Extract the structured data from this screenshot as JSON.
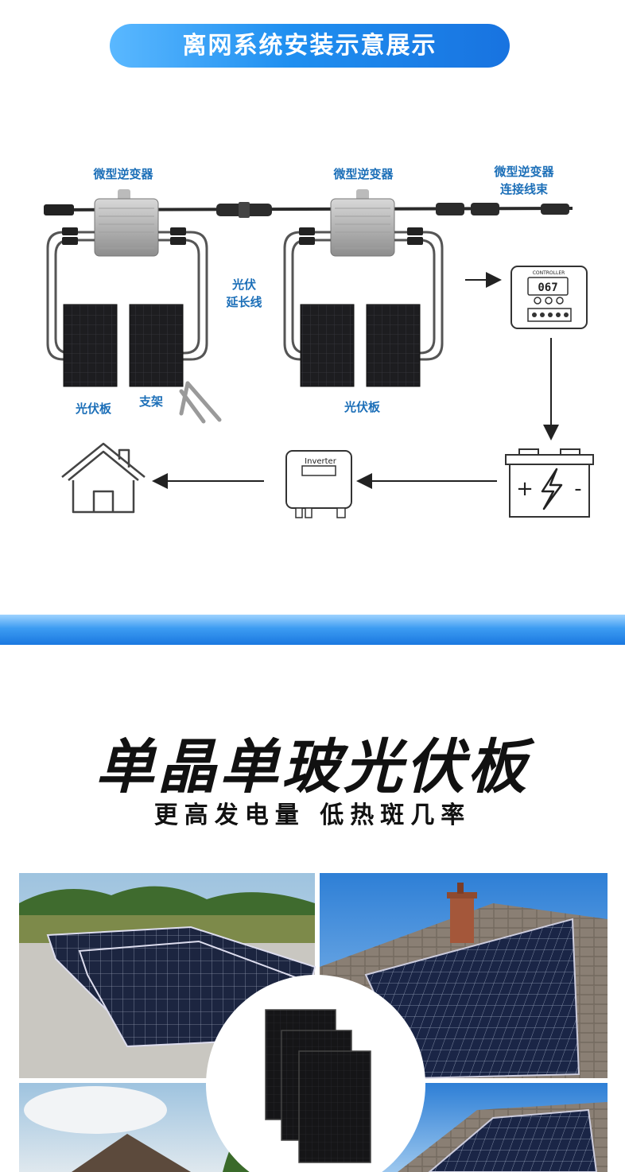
{
  "header": {
    "title": "离网系统安装示意展示"
  },
  "diagram": {
    "microinverter_left": "微型逆变器",
    "microinverter_right": "微型逆变器",
    "harness_line1": "微型逆变器",
    "harness_line2": "连接线束",
    "extension_line1": "光伏",
    "extension_line2": "延长线",
    "panel_left": "光伏板",
    "bracket": "支架",
    "panel_right": "光伏板",
    "controller_text": "CONTROLLER",
    "controller_display": "067",
    "inverter_text": "Inverter",
    "battery_plus": "+",
    "battery_minus": "-"
  },
  "product": {
    "title": "单晶单玻光伏板",
    "subtitle": "更高发电量 低热斑几率"
  },
  "colors": {
    "accent": "#1f8ff0",
    "label_blue": "#1c6fb8",
    "panel_black": "#1b1b1d"
  }
}
